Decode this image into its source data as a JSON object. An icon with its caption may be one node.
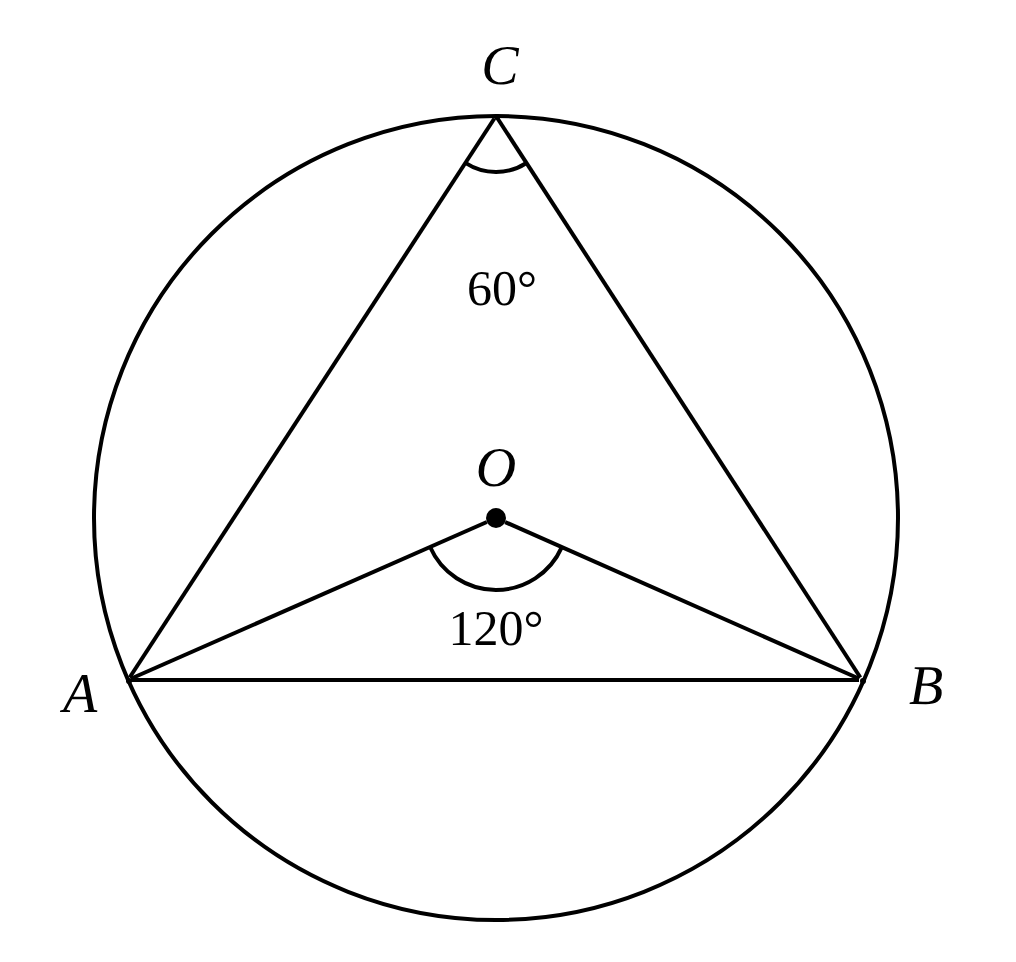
{
  "diagram": {
    "nodes": [
      {
        "text": [],
        "shape": "point",
        "beside": [
          "C"
        ]
      },
      {
        "text": [],
        "shape": "dot",
        "beside": [
          "O"
        ]
      },
      {
        "text": [],
        "shape": "point",
        "beside": [
          "A"
        ]
      },
      {
        "text": [],
        "shape": "point",
        "beside": [
          "B"
        ]
      }
    ],
    "edges": [
      {
        "from": 2,
        "to": 0,
        "arrow": "none"
      },
      {
        "from": 0,
        "to": 3,
        "arrow": "none"
      },
      {
        "from": 2,
        "to": 3,
        "arrow": "none"
      },
      {
        "from": 2,
        "to": 1,
        "arrow": "none"
      },
      {
        "from": 1,
        "to": 3,
        "arrow": "none"
      }
    ],
    "labels": [
      "60°",
      "120°"
    ]
  }
}
